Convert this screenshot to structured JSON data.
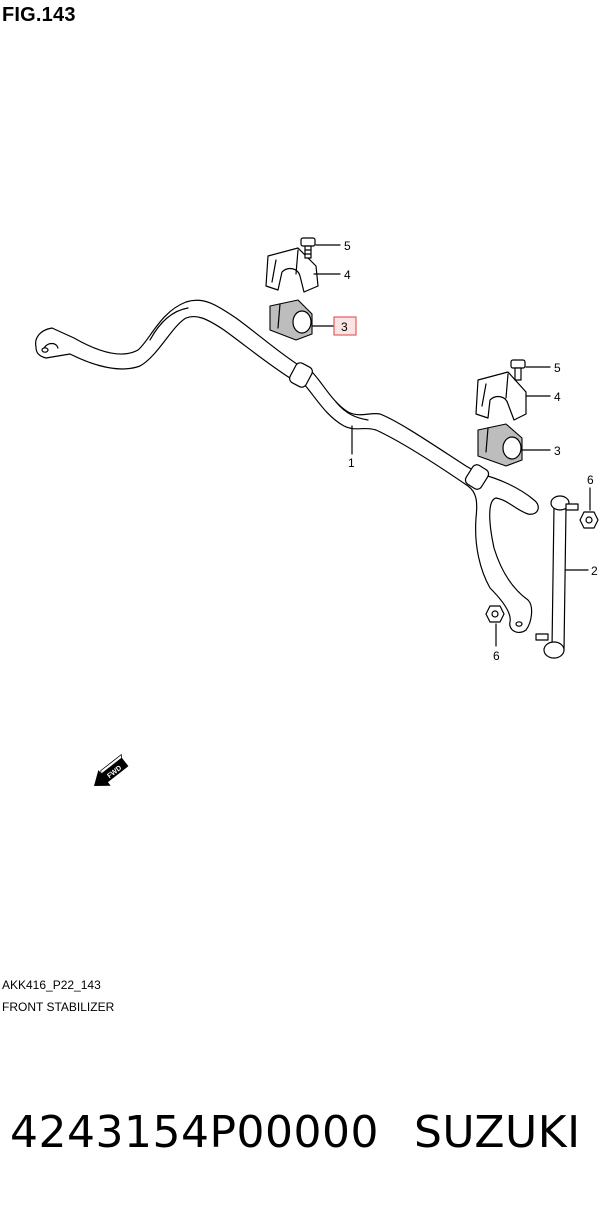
{
  "figure": {
    "title": "FIG.143"
  },
  "callouts": {
    "c1": "1",
    "c2": "2",
    "c3_upper": "3",
    "c3_lower": "3",
    "c4_upper": "4",
    "c4_lower": "4",
    "c5_upper": "5",
    "c5_lower": "5",
    "c6_right": "6",
    "c6_bottom": "6"
  },
  "direction_arrow": {
    "label": "FWD"
  },
  "footer": {
    "drawing_code": "AKK416_P22_143",
    "caption": "FRONT STABILIZER"
  },
  "product": {
    "part_number": "4243154P00000",
    "brand": "SUZUKI"
  },
  "colors": {
    "highlight_box": "#e06060",
    "highlight_fill": "#fbe4e4",
    "part_shade": "#bdbdbd"
  }
}
